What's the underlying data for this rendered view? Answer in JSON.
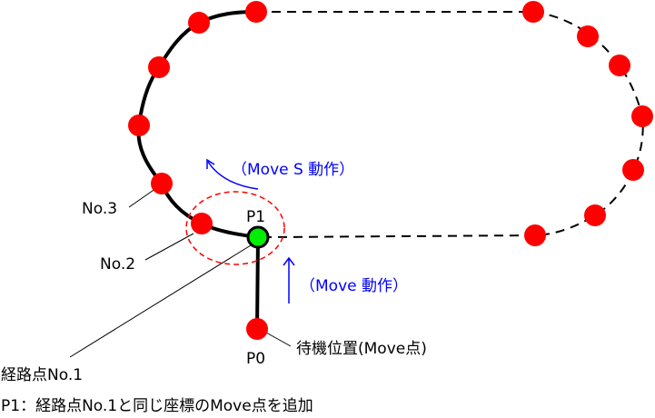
{
  "labels": {
    "p0": "P0",
    "p1": "P1",
    "no2": "No.2",
    "no3": "No.3",
    "waypoint1": "経路点No.1",
    "standby": "待機位置(Move点)",
    "move_s": "（Move S 動作）",
    "move": "（Move 動作）",
    "caption": "P1：経路点No.1と同じ座標のMove点を追加"
  },
  "colors": {
    "waypoint": "#ff0000",
    "p1": "#00ee00",
    "annotation": "#0000ff",
    "highlight": "#ff0000"
  }
}
